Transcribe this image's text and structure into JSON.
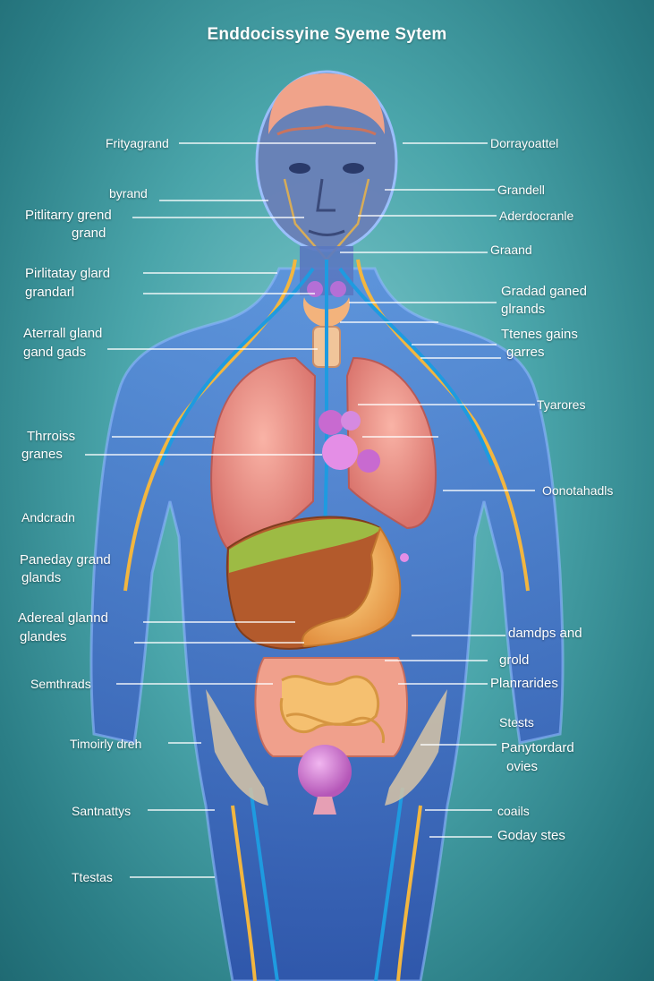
{
  "title": "Enddocissyine Syeme Sytem",
  "colors": {
    "background": "#4aa5aa",
    "body": "#3a5fc0",
    "label_text": "#ffffff",
    "leader_line": "#ffffff"
  },
  "labels_left": [
    "Frityagrand",
    "byrand",
    "Pitlitarry grend",
    "grand",
    "Pirlitatay glard",
    "grandarl",
    "Aterrall gland",
    "gand gads",
    "Thrroiss",
    "granes",
    "Andcradn",
    "Paneday grand",
    "glands",
    "Adereal glannd",
    "glandes",
    "Semthrads",
    "Timoirly dreh",
    "Santnattys",
    "Ttestas"
  ],
  "labels_right": [
    "Dorrayoattel",
    "Grandell",
    "Aderdocranle",
    "Graand",
    "Gradad ganed",
    "glrands",
    "Ttenes gains",
    "garres",
    "Tyarores",
    "Oonotahadls",
    "damdps and",
    "grold",
    "Planrarides",
    "Stests",
    "Panytordard",
    "ovies",
    "coails",
    "Goday stes"
  ]
}
